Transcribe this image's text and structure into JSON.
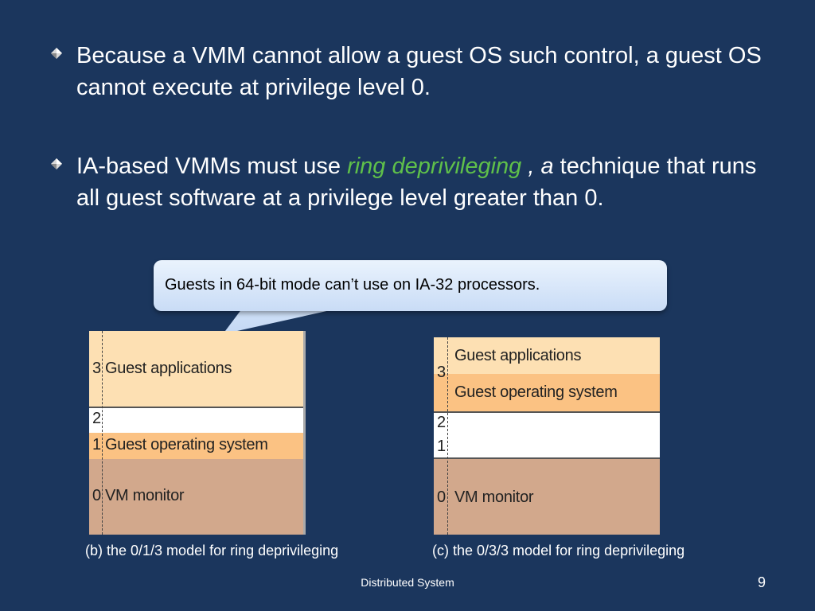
{
  "bullets": {
    "b1": "Because a VMM cannot allow a guest OS such control, a guest OS cannot execute at privilege level 0.",
    "b2_pre": "IA-based VMMs must use ",
    "b2_hl": "ring deprivileging",
    "b2_it": " , a",
    "b2_post": " technique that runs all guest software at a privilege level greater than 0."
  },
  "callout": {
    "text": "Guests in 64-bit mode can’t use on IA-32 processors."
  },
  "diagram_b": {
    "rows": [
      {
        "ring": "3",
        "label": "Guest applications"
      },
      {
        "ring": "2",
        "label": ""
      },
      {
        "ring": "1",
        "label": "Guest operating system"
      },
      {
        "ring": "0",
        "label": "VM monitor"
      }
    ]
  },
  "diagram_c": {
    "rows": [
      {
        "ring": "3",
        "label": "Guest applications"
      },
      {
        "ring": "",
        "label": "Guest operating system"
      },
      {
        "ring": "2",
        "label": ""
      },
      {
        "ring": "1",
        "label": ""
      },
      {
        "ring": "0",
        "label": "VM monitor"
      }
    ]
  },
  "captions": {
    "b": "(b) the 0/1/3 model for ring deprivileging",
    "c": "(c) the 0/3/3 model for ring deprivileging"
  },
  "footer": {
    "text": "Distributed System",
    "page": "9"
  },
  "colors": {
    "background": "#1b365d",
    "highlight": "#5fc04a",
    "peach_light": "#fde0b3",
    "peach": "#fbc283",
    "tan": "#d2a88c"
  }
}
